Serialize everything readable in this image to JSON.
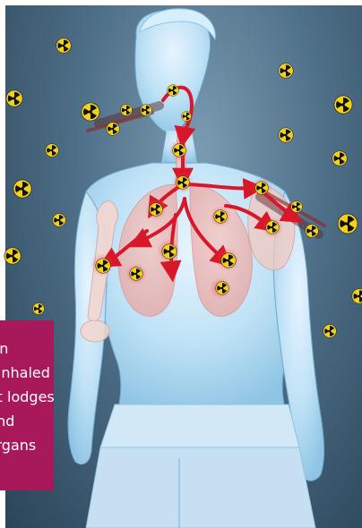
{
  "caption": {
    "lines": [
      "radiation",
      "can be inhaled",
      "where it lodges",
      "lungs and",
      "other organs"
    ]
  },
  "colors": {
    "background": "#4e6f88",
    "caption_box": "#a8195c",
    "arrow": "#d8182a",
    "radiation_symbol_fill": "#f2d11a"
  },
  "icons": [
    "radiation-symbol-icon",
    "red-flow-arrow-icon"
  ]
}
